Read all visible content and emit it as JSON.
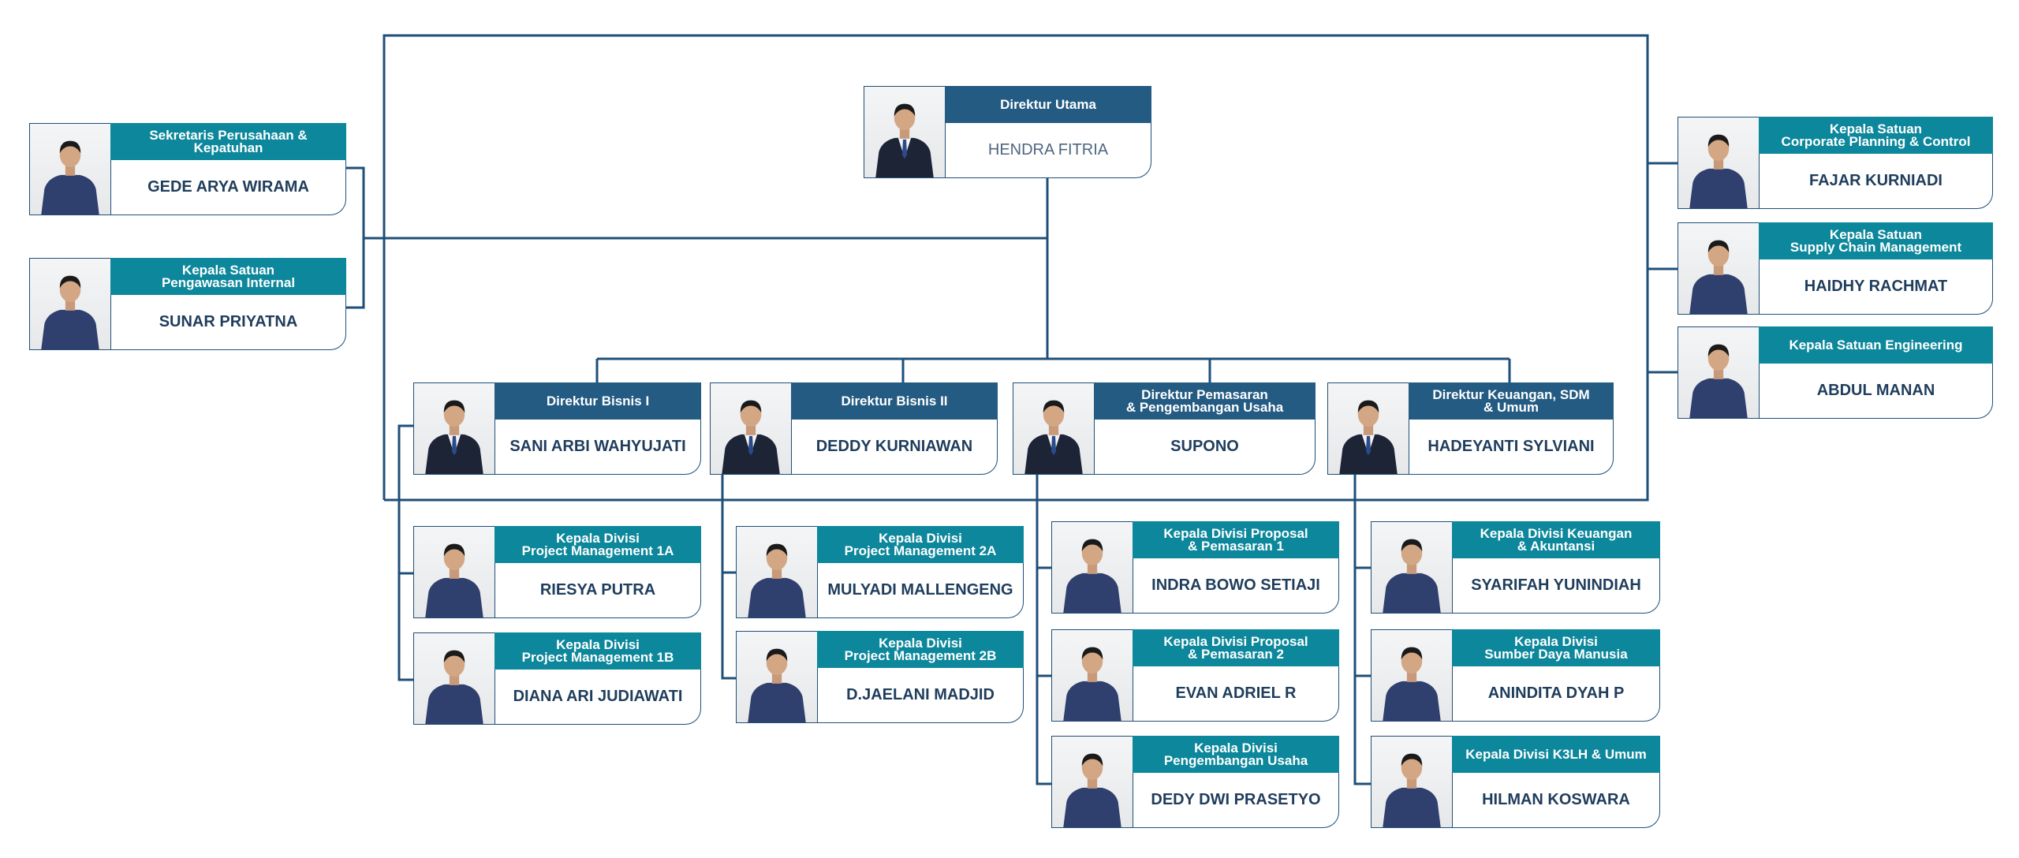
{
  "colors": {
    "line": "#1f4f78",
    "title_dark": "#245b82",
    "title_teal": "#0d879b",
    "name_text": "#1f3d5c"
  },
  "ceo": {
    "title": "Direktur Utama",
    "name": "HENDRA FITRIA",
    "icon": "person-photo-suit"
  },
  "staff_left": [
    {
      "title": "Sekretaris Perusahaan &\nKepatuhan",
      "name": "GEDE ARYA WIRAMA",
      "icon": "person-photo-uniform"
    },
    {
      "title": "Kepala Satuan\nPengawasan Internal",
      "name": "SUNAR PRIYATNA",
      "icon": "person-photo-uniform"
    }
  ],
  "staff_right": [
    {
      "title": "Kepala Satuan\nCorporate Planning & Control",
      "name": "FAJAR KURNIADI",
      "icon": "person-photo-uniform"
    },
    {
      "title": "Kepala Satuan\nSupply Chain Management",
      "name": "HAIDHY RACHMAT",
      "icon": "person-photo-uniform"
    },
    {
      "title": "Kepala Satuan Engineering",
      "name": "ABDUL MANAN",
      "icon": "person-photo-uniform"
    }
  ],
  "directors": [
    {
      "title": "Direktur Bisnis I",
      "name": "SANI ARBI WAHYUJATI",
      "icon": "person-photo-suit"
    },
    {
      "title": "Direktur Bisnis II",
      "name": "DEDDY KURNIAWAN",
      "icon": "person-photo-suit"
    },
    {
      "title": "Direktur Pemasaran\n& Pengembangan Usaha",
      "name": "SUPONO",
      "icon": "person-photo-suit"
    },
    {
      "title": "Direktur Keuangan, SDM\n& Umum",
      "name": "HADEYANTI SYLVIANI",
      "icon": "person-photo-suit"
    }
  ],
  "divisions": [
    [
      {
        "title": "Kepala Divisi\nProject Management 1A",
        "name": "RIESYA PUTRA",
        "icon": "person-photo-uniform"
      },
      {
        "title": "Kepala Divisi\nProject Management 1B",
        "name": "DIANA ARI JUDIAWATI",
        "icon": "person-photo-uniform"
      }
    ],
    [
      {
        "title": "Kepala Divisi\nProject Management 2A",
        "name": "MULYADI MALLENGENG",
        "icon": "person-photo-uniform"
      },
      {
        "title": "Kepala Divisi\nProject Management 2B",
        "name": "D.JAELANI MADJID",
        "icon": "person-photo-uniform"
      }
    ],
    [
      {
        "title": "Kepala Divisi Proposal\n& Pemasaran 1",
        "name": "INDRA BOWO SETIAJI",
        "icon": "person-photo-uniform"
      },
      {
        "title": "Kepala Divisi Proposal\n& Pemasaran 2",
        "name": "EVAN ADRIEL R",
        "icon": "person-photo-uniform"
      },
      {
        "title": "Kepala Divisi\nPengembangan Usaha",
        "name": "DEDY DWI PRASETYO",
        "icon": "person-photo-uniform"
      }
    ],
    [
      {
        "title": "Kepala Divisi Keuangan\n& Akuntansi",
        "name": "SYARIFAH YUNINDIAH",
        "icon": "person-photo-uniform"
      },
      {
        "title": "Kepala Divisi\nSumber Daya Manusia",
        "name": "ANINDITA DYAH P",
        "icon": "person-photo-uniform"
      },
      {
        "title": "Kepala Divisi K3LH & Umum",
        "name": "HILMAN KOSWARA",
        "icon": "person-photo-uniform"
      }
    ]
  ]
}
